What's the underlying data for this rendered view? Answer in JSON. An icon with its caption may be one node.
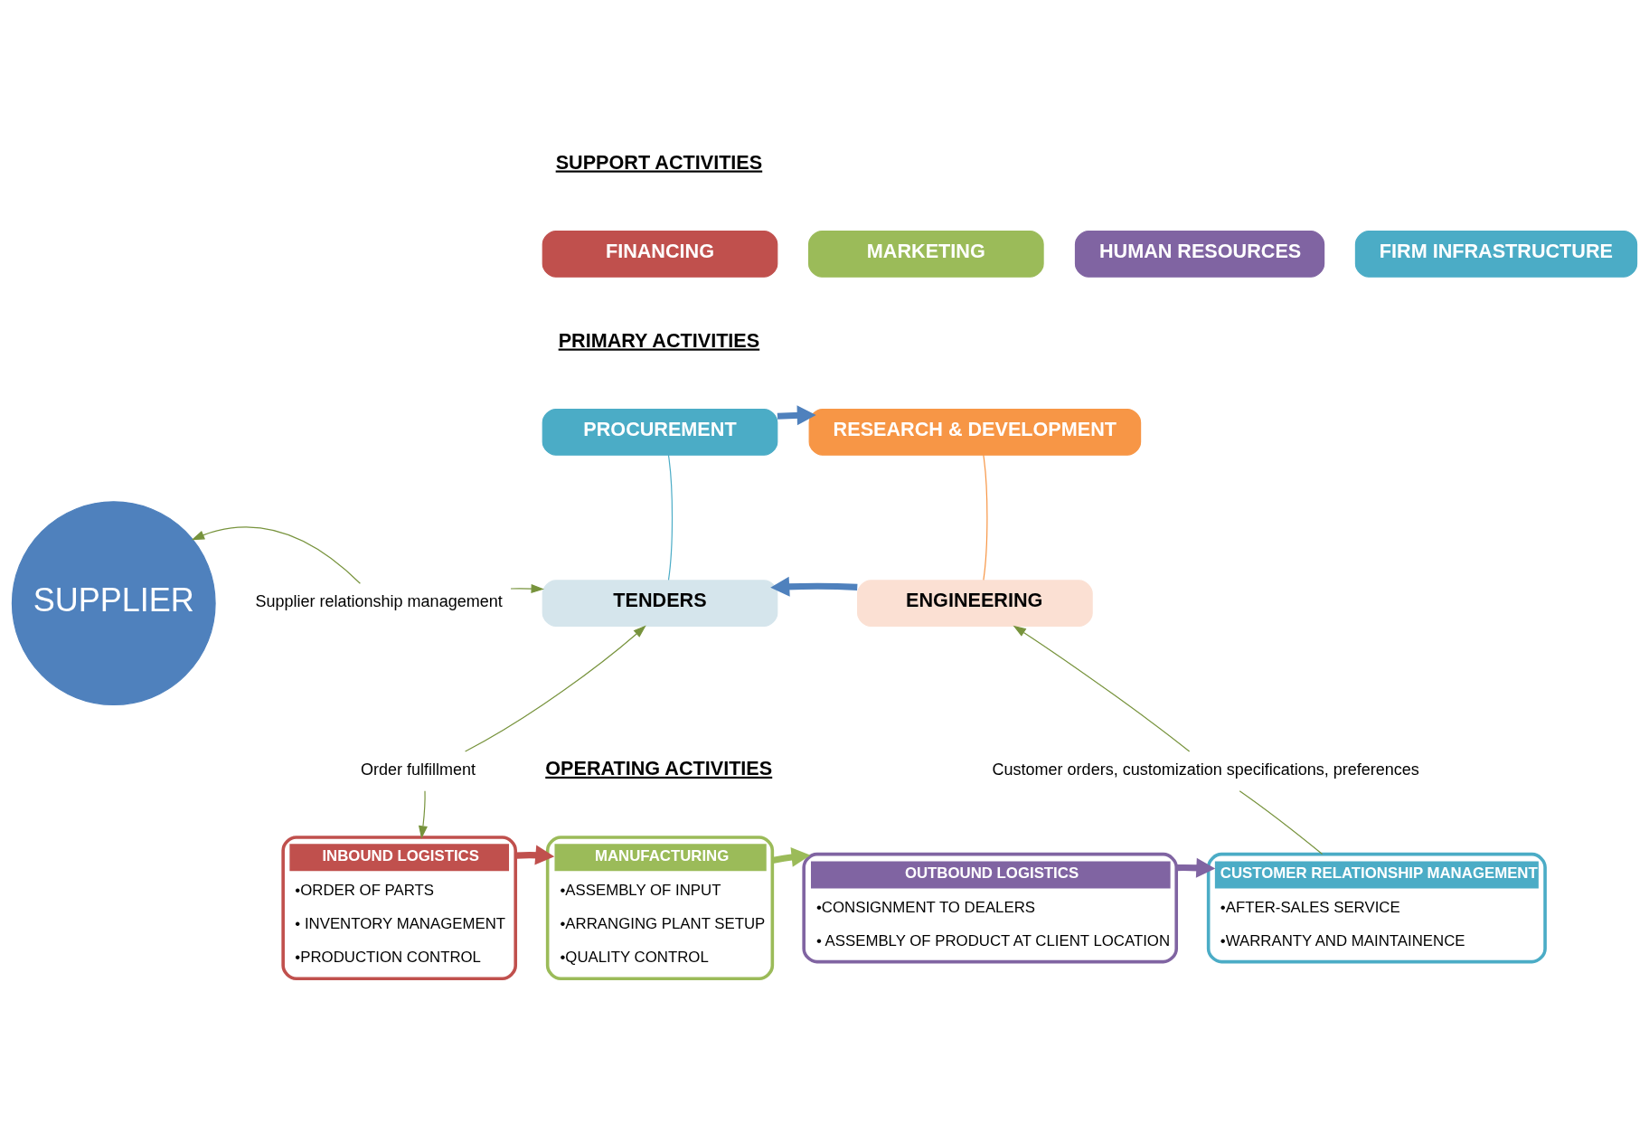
{
  "diagram": {
    "nodes": [
      {
        "text": [
          "SUPPLIER"
        ]
      },
      {
        "text": [
          "FINANCING"
        ]
      },
      {
        "text": [
          "MARKETING"
        ]
      },
      {
        "text": [
          "HUMAN RESOURCES"
        ]
      },
      {
        "text": [
          "FIRM INFRASTRUCTURE"
        ]
      },
      {
        "text": [
          "PROCUREMENT"
        ]
      },
      {
        "text": [
          "TENDERS"
        ]
      },
      {
        "text": [
          "RESEARCH & DEVELOPMENT"
        ]
      },
      {
        "text": [
          "ENGINEERING"
        ]
      },
      {
        "text": [
          "Supplier relationship management"
        ]
      },
      {
        "text": [
          "Order fulfillment"
        ]
      },
      {
        "text": [
          "Customer orders, customization specifications, preferences"
        ]
      },
      {
        "text": [
          "INBOUND LOGISTICS",
          "•ORDER OF PARTS",
          "• INVENTORY MANAGEMENT",
          "•PRODUCTION CONTROL"
        ]
      },
      {
        "text": [
          "MANUFACTURING",
          "•ASSEMBLY OF INPUT",
          "•ARRANGING PLANT SETUP",
          "•QUALITY CONTROL"
        ]
      },
      {
        "text": [
          "OUTBOUND LOGISTICS",
          "•CONSIGNMENT TO DEALERS",
          "• ASSEMBLY OF PRODUCT AT CLIENT LOCATION"
        ]
      },
      {
        "text": [
          "CUSTOMER RELATIONSHIP MANAGEMENT",
          "•AFTER-SALES SERVICE",
          "•WARRANTY AND MAINTAINENCE"
        ]
      }
    ],
    "edges": [
      {
        "from": 9,
        "to": 0,
        "arrow": "to"
      },
      {
        "from": 9,
        "to": 6,
        "arrow": "to"
      },
      {
        "from": 10,
        "to": 6,
        "arrow": "to"
      },
      {
        "from": 10,
        "to": 12,
        "arrow": "to"
      },
      {
        "from": 5,
        "to": 6,
        "arrow": "none",
        "color": "#4bacc6"
      },
      {
        "from": 7,
        "to": 8,
        "arrow": "none",
        "color": "#f79646"
      },
      {
        "from": 5,
        "to": 7,
        "arrow": "to",
        "style": "thick",
        "color": "#4f81bd"
      },
      {
        "from": 8,
        "to": 6,
        "arrow": "to",
        "style": "thick",
        "color": "#4f81bd"
      },
      {
        "from": 15,
        "to": 11,
        "arrow": "none"
      },
      {
        "from": 11,
        "to": 8,
        "arrow": "to"
      },
      {
        "from": 12,
        "to": 13,
        "arrow": "to",
        "style": "thick",
        "color": "#c0504d"
      },
      {
        "from": 13,
        "to": 14,
        "arrow": "to",
        "style": "thick",
        "color": "#9bbb59"
      },
      {
        "from": 14,
        "to": 15,
        "arrow": "to",
        "style": "thick",
        "color": "#8064a2"
      }
    ],
    "labels": [
      "SUPPORT ACTIVITIES",
      "PRIMARY ACTIVITIES",
      "OPERATING ACTIVITIES"
    ]
  }
}
